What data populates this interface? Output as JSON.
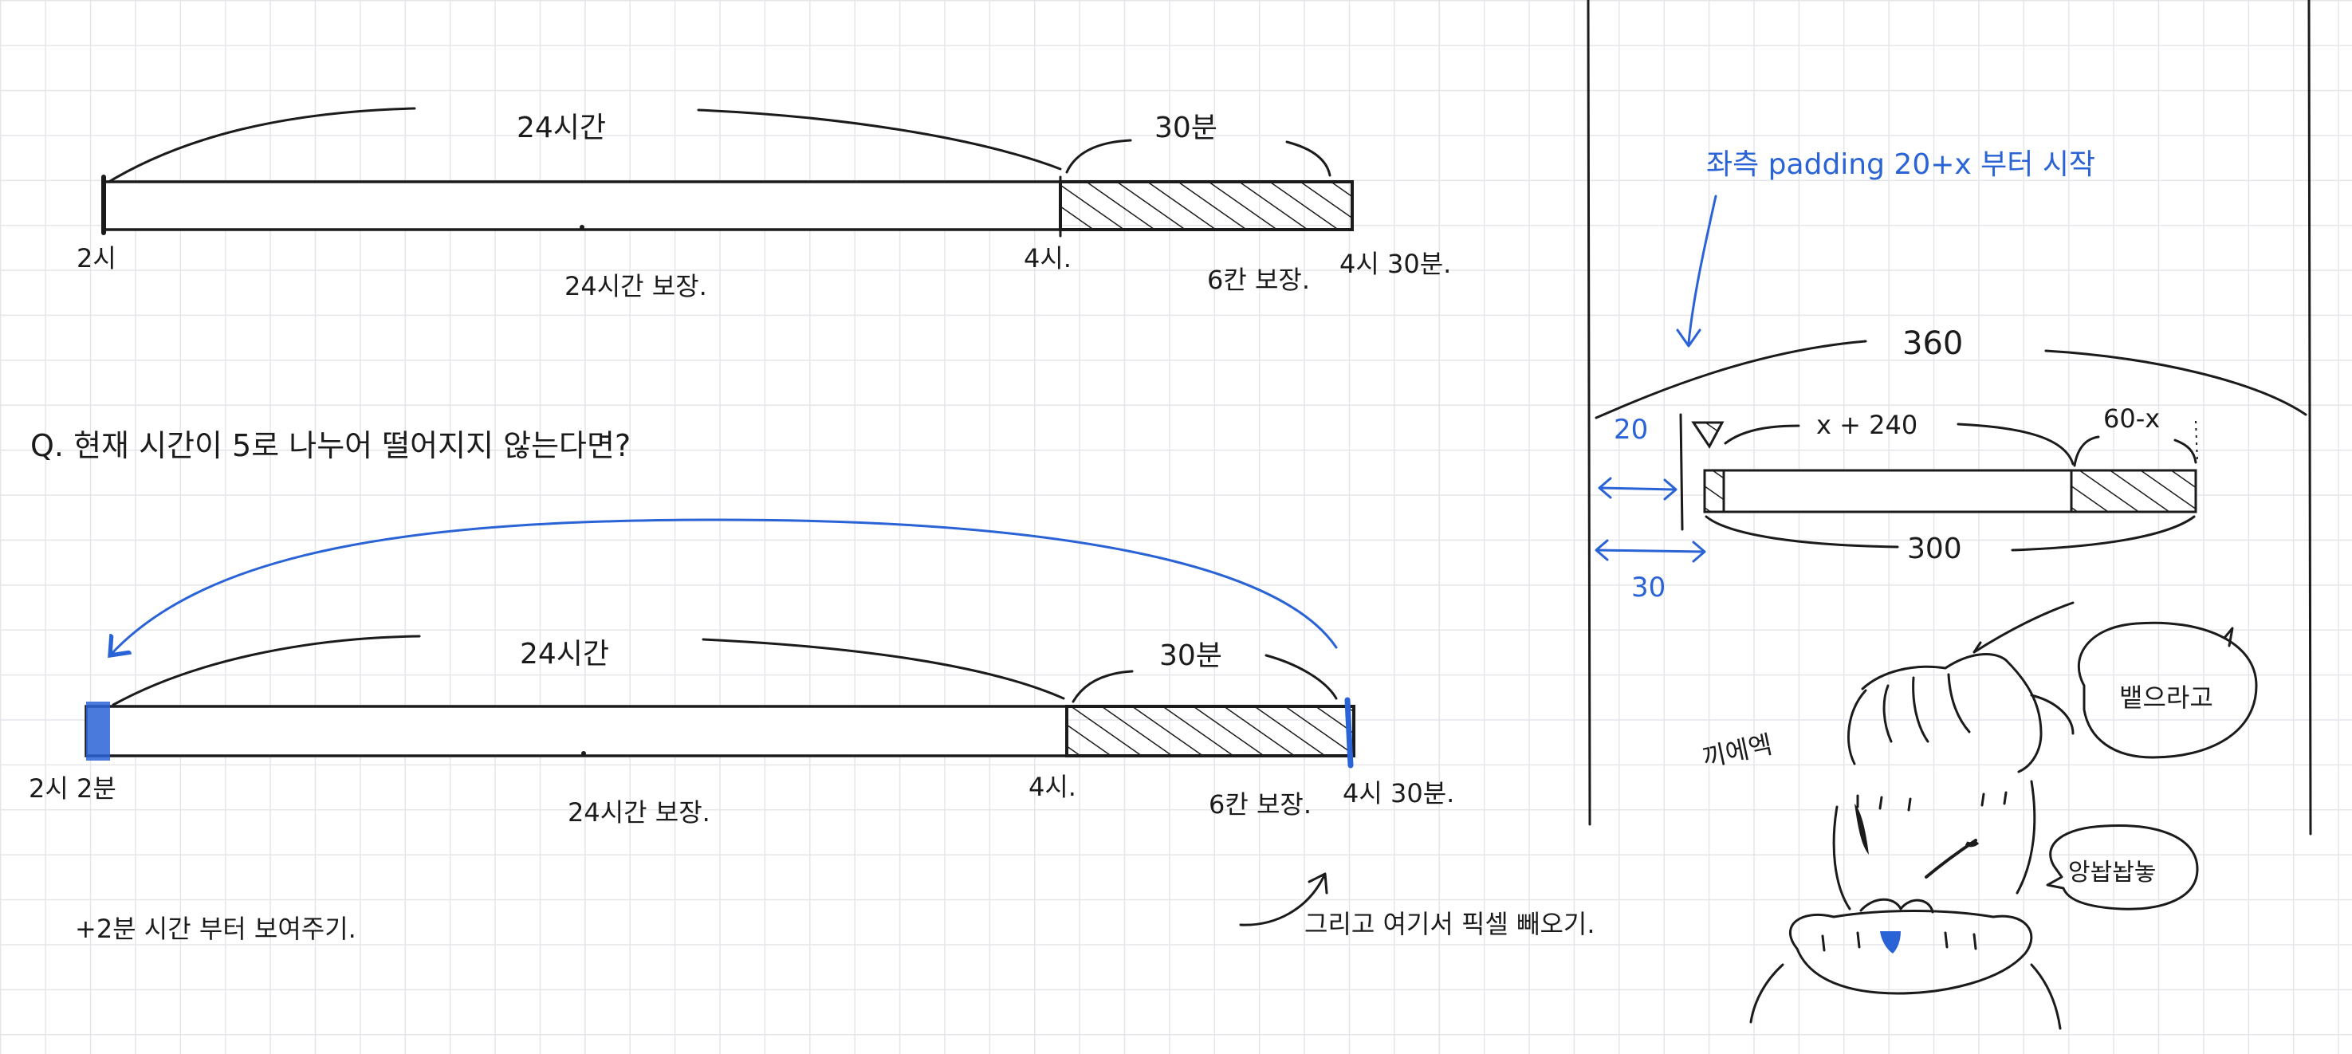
{
  "timeline_top": {
    "span_label": "24시간",
    "shaded_label": "30분",
    "start_label": "2시",
    "mid_label": "24시간 보장.",
    "end_label": "4시.",
    "shaded_desc": "6칸 보장.",
    "final_label": "4시 30분."
  },
  "question": "Q. 현재 시간이 5로 나누어 떨어지지 않는다면?",
  "timeline_bottom": {
    "span_label": "24시간",
    "shaded_label": "30분",
    "start_label": "2시 2분",
    "mid_label": "24시간 보장.",
    "end_label": "4시.",
    "shaded_desc": "6칸 보장.",
    "final_label": "4시 30분."
  },
  "note_bottom_left": "+2분 시간 부터 보여주기.",
  "note_bottom_mid": "그리고 여기서 픽셀 빼오기.",
  "right_panel": {
    "padding_note": "좌측 padding 20+x 부터 시작",
    "total_width": "360",
    "left_inset": "20",
    "bar_left_label": "x + 240",
    "bar_right_label": "60-x",
    "bar_width": "300",
    "outer_inset": "30"
  },
  "doodle": {
    "sfx": "끼에엑",
    "bubble_1": "뱉으라고",
    "bubble_2": "앙놥놥놓"
  },
  "colors": {
    "ink": "#1b1b1b",
    "blue": "#2a63d6",
    "grid": "#e4e6ea"
  }
}
